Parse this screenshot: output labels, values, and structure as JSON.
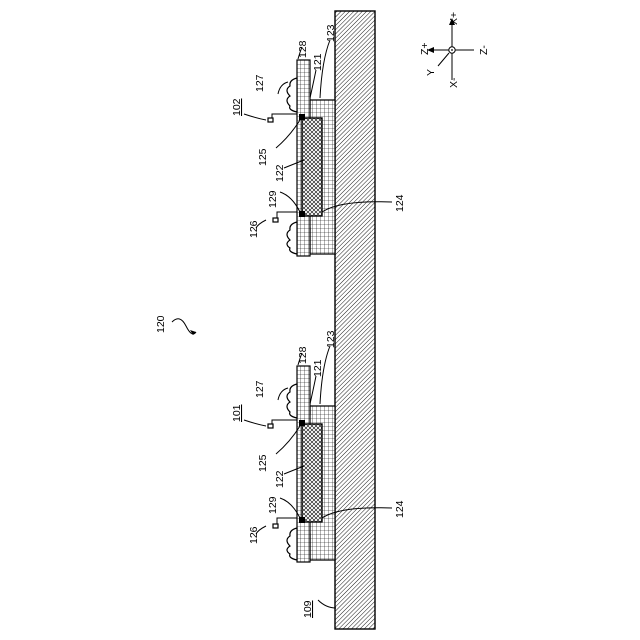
{
  "figure": {
    "assembly_label": "120",
    "substrate_label": "109",
    "units": [
      {
        "id": "unit-102",
        "label": "102",
        "parts": {
          "p121": "121",
          "p122": "122",
          "p123": "123",
          "p124": "124",
          "p125": "125",
          "p126": "126",
          "p127": "127",
          "p128": "128",
          "p129": "129"
        }
      },
      {
        "id": "unit-101",
        "label": "101",
        "parts": {
          "p121": "121",
          "p122": "122",
          "p123": "123",
          "p124": "124",
          "p125": "125",
          "p126": "126",
          "p127": "127",
          "p128": "128",
          "p129": "129"
        }
      }
    ],
    "axes": {
      "x_plus": "X+",
      "x_minus": "X-",
      "y": "Y",
      "z_plus": "Z+",
      "z_minus": "Z-"
    }
  }
}
